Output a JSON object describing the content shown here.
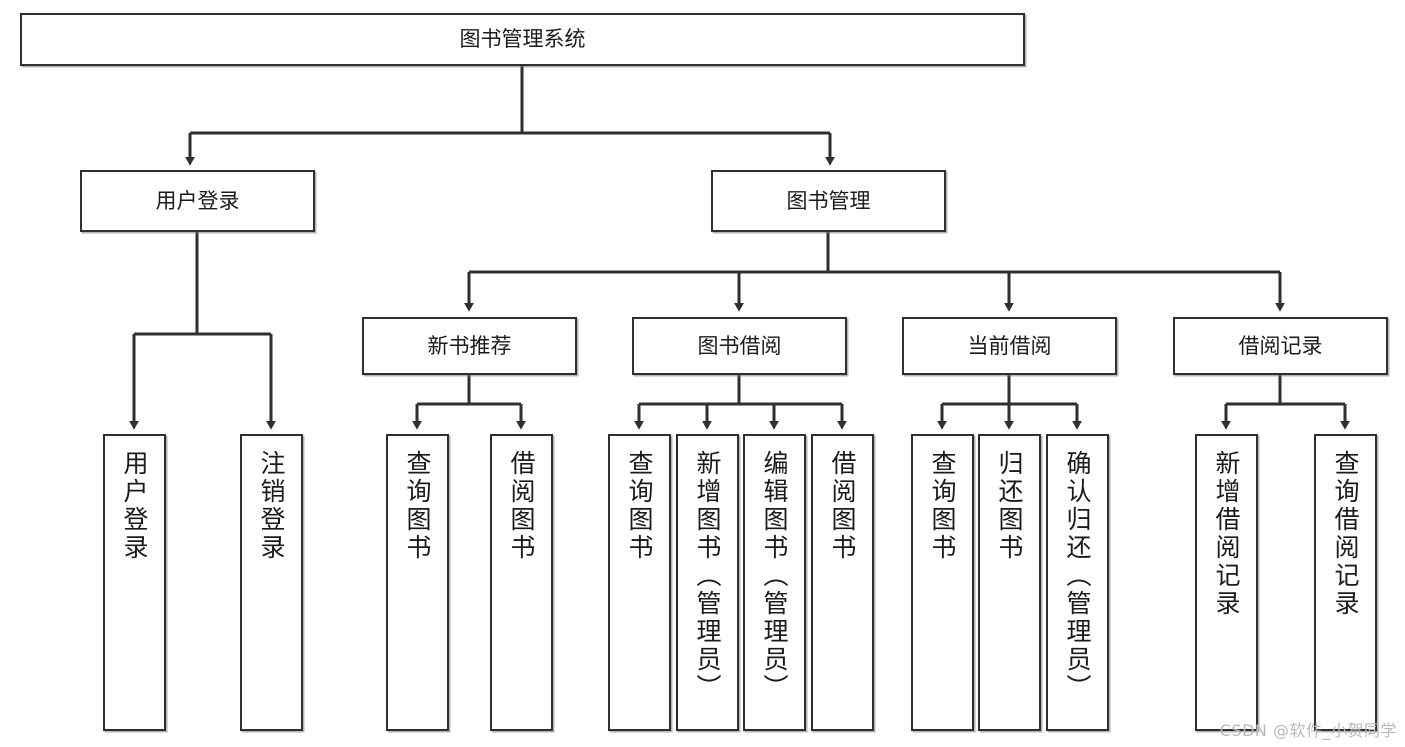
{
  "diagram": {
    "type": "tree-hierarchy",
    "title": "图书管理系统",
    "root": {
      "label": "图书管理系统"
    },
    "level2": [
      {
        "label": "用户登录"
      },
      {
        "label": "图书管理"
      }
    ],
    "level3": [
      {
        "label": "新书推荐"
      },
      {
        "label": "图书借阅"
      },
      {
        "label": "当前借阅"
      },
      {
        "label": "借阅记录"
      }
    ],
    "leaves": {
      "user_login": [
        {
          "label": "用户登录"
        },
        {
          "label": "注销登录"
        }
      ],
      "new_book": [
        {
          "label": "查询图书"
        },
        {
          "label": "借阅图书"
        }
      ],
      "book_borrow": [
        {
          "label": "查询图书"
        },
        {
          "label": "新增图书（管理员）"
        },
        {
          "label": "编辑图书（管理员）"
        },
        {
          "label": "借阅图书"
        }
      ],
      "current_borrow": [
        {
          "label": "查询图书"
        },
        {
          "label": "归还图书"
        },
        {
          "label": "确认归还（管理员）"
        }
      ],
      "borrow_record": [
        {
          "label": "新增借阅记录"
        },
        {
          "label": "查询借阅记录"
        }
      ]
    }
  },
  "watermark": {
    "text": "CSDN @软件_小贺同学"
  },
  "colors": {
    "stroke": "#2f2f2f",
    "fill": "#ffffff",
    "text": "#1b1b1b",
    "watermark": "#b9b9b9"
  }
}
